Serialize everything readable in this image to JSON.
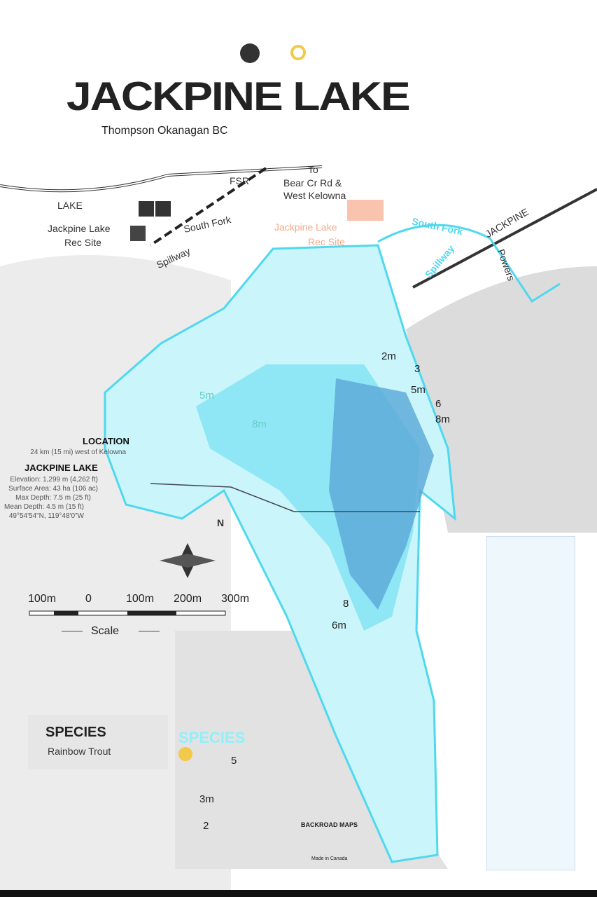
{
  "header": {
    "title": "JACKPINE LAKE",
    "subtitle": "Thompson Okanagan BC"
  },
  "map_labels": {
    "road_fsr": "FSR",
    "to_label": "To",
    "to_dest_1": "Bear Cr Rd &",
    "to_dest_2": "West Kelowna",
    "lake_word": "LAKE",
    "rec_site_1": "Jackpine Lake",
    "rec_site_2": "Rec Site",
    "rec_site_ghost_1": "Jackpine Lake",
    "rec_site_ghost_2": "Rec Site",
    "south_fork": "South Fork",
    "spillway": "Spillway",
    "powers": "Powers",
    "jackpine_road": "JACKPINE",
    "south_fork_ghost": "South Fork",
    "spillway_ghost": "Spillway"
  },
  "depths": [
    "2m",
    "3",
    "5m",
    "6",
    "8m",
    "5m",
    "8m",
    "8",
    "6m",
    "5",
    "3m",
    "2"
  ],
  "info": {
    "location_header": "LOCATION",
    "location_text": "24 km (15 mi) west of Kelowna",
    "lake_header": "JACKPINE LAKE",
    "elevation": "Elevation: 1,299 m (4,262 ft)",
    "surface_area": "Surface Area: 43 ha (106 ac)",
    "max_depth": "Max Depth: 7.5 m (25 ft)",
    "mean_depth": "Mean Depth: 4.5 m (15 ft)",
    "coords": "49°54'54\"N, 119°48'0\"W"
  },
  "scale": {
    "ticks": [
      "100m",
      "0",
      "100m",
      "200m",
      "300m"
    ],
    "label": "Scale"
  },
  "compass": {
    "north": "N"
  },
  "species": {
    "title": "SPECIES",
    "items": [
      "Rainbow Trout"
    ],
    "ghost_title": "SPECIES"
  },
  "footer": {
    "brand": "BACKROAD MAPS",
    "made_in": "Made in Canada"
  },
  "colors": {
    "water_light": "#c9f5fb",
    "water_mid": "#8fe6f5",
    "water_deep": "#5aa8d8",
    "shore": "#4fd8ef",
    "land_shade": "#d6d6d6",
    "accent_orange": "#f7a98a",
    "accent_yellow": "#f3c94a"
  }
}
